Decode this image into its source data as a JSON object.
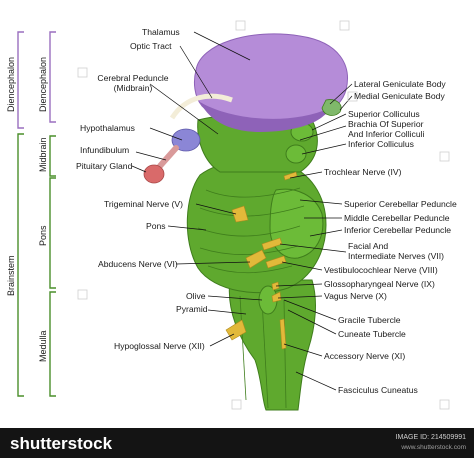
{
  "groups": {
    "diencephalon_outer": "Diencephalon",
    "diencephalon_inner": "Diencephalon",
    "brainstem": "Brainstem",
    "midbrain": "Midbrain",
    "pons": "Pons",
    "medulla": "Medulla"
  },
  "labels": {
    "thalamus": "Thalamus",
    "optic_tract": "Optic Tract",
    "cerebral_peduncle_1": "Cerebral Peduncle",
    "cerebral_peduncle_2": "(Midbrain)",
    "hypothalamus": "Hypothalamus",
    "infundibulum": "Infundibulum",
    "pituitary_gland": "Pituitary Gland",
    "trigeminal_nerve": "Trigeminal Nerve (V)",
    "pons": "Pons",
    "abducens_nerve": "Abducens Nerve (VI)",
    "olive": "Olive",
    "pyramid": "Pyramid",
    "hypoglossal_nerve": "Hypoglossal Nerve (XII)",
    "lateral_geniculate_body": "Lateral Geniculate Body",
    "medial_geniculate_body": "Medial Geniculate Body",
    "superior_colliculus": "Superior Colliculus",
    "brachia_1": "Brachia Of Superior",
    "brachia_2": "And Inferior Colliculi",
    "inferior_colliculus": "Inferior Colliculus",
    "trochlear_nerve": "Trochlear Nerve (IV)",
    "superior_cerebellar_peduncle": "Superior Cerebellar Peduncle",
    "middle_cerebellar_peduncle": "Middle Cerebellar Peduncle",
    "inferior_cerebellar_peduncle": "Inferior Cerebellar Peduncle",
    "facial_1": "Facial And",
    "facial_2": "Intermediate Nerves (VII)",
    "vestibulocochlear_nerve": "Vestibulocochlear Nerve (VIII)",
    "glossopharyngeal_nerve": "Glossopharyngeal Nerve (IX)",
    "vagus_nerve": "Vagus Nerve (X)",
    "gracile_tubercle": "Gracile Tubercle",
    "cuneate_tubercle": "Cuneate Tubercle",
    "accessory_nerve": "Accessory Nerve (XI)",
    "fasciculus_cuneatus": "Fasciculus Cuneatus"
  },
  "footer": {
    "brand": "shutterstock",
    "image_id": "IMAGE ID: 214509991",
    "site": "www.shutterstock.com"
  },
  "colors": {
    "thalamus": "#b58cd8",
    "thalamus_dark": "#8e62b8",
    "brainstem": "#5fa92e",
    "brainstem_dark": "#3f7d1c",
    "nerve": "#e2b93a",
    "pituitary": "#d96a6a",
    "hypothalamus": "#8b86d6",
    "bracket": "#4a8f2a",
    "bracket_purple": "#9a6fbf"
  }
}
